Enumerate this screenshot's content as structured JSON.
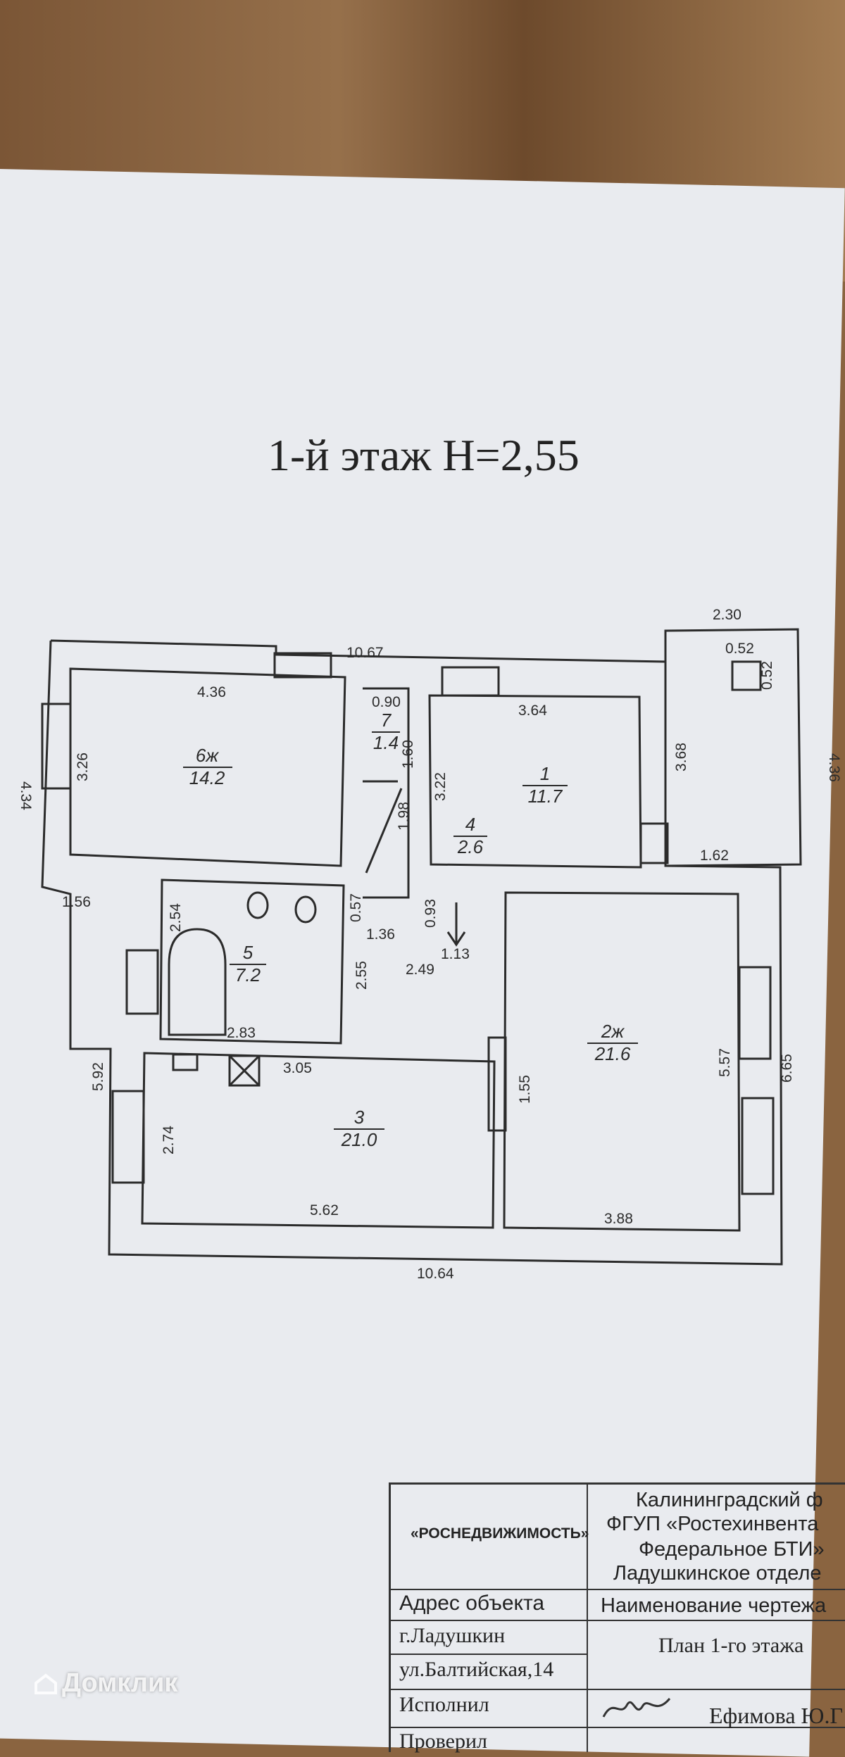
{
  "title": "1-й этаж Н=2,55",
  "dimensions": {
    "d1067": "10.67",
    "d230": "2.30",
    "d052a": "0.52",
    "d052b": "0.52",
    "d436": "4.36",
    "d436r": "4.36",
    "d434": "4.34",
    "d326": "3.26",
    "d090": "0.90",
    "d364": "3.64",
    "d368": "3.68",
    "d322": "3.22",
    "d160": "1.60",
    "d198": "1.98",
    "d162": "1.62",
    "d156": "1.56",
    "d254": "2.54",
    "d057": "0.57",
    "d093": "0.93",
    "d136": "1.36",
    "d113": "1.13",
    "d255": "2.55",
    "d249": "2.49",
    "d283": "2.83",
    "d305": "3.05",
    "d592": "5.92",
    "d274": "2.74",
    "d155": "1.55",
    "d557": "5.57",
    "d665": "6.65",
    "d562": "5.62",
    "d388": "3.88",
    "d1064": "10.64"
  },
  "rooms": [
    {
      "num": "6ж",
      "area": "14.2"
    },
    {
      "num": "7",
      "area": "1.4"
    },
    {
      "num": "1",
      "area": "11.7"
    },
    {
      "num": "4",
      "area": "2.6"
    },
    {
      "num": "5",
      "area": "7.2"
    },
    {
      "num": "2ж",
      "area": "21.6"
    },
    {
      "num": "3",
      "area": "21.0"
    }
  ],
  "stamp": {
    "agency": "«РОСНЕДВИЖИМОСТЬ»",
    "org_line1": "Калининградский ф",
    "org_line2": "ФГУП «Ростехинвента",
    "org_line3": "Федеральное БТИ»",
    "org_line4": "Ладушкинское отделе",
    "address_label": "Адрес объекта",
    "drawing_name_label": "Наименование чертежа",
    "city": "г.Ладушкин",
    "drawing_name": "План 1-го этажа",
    "street": "ул.Балтийская,14",
    "performed_label": "Исполнил",
    "performer": "Ефимова Ю.Г",
    "checked_label": "Проверил"
  },
  "watermark": "Домклик"
}
